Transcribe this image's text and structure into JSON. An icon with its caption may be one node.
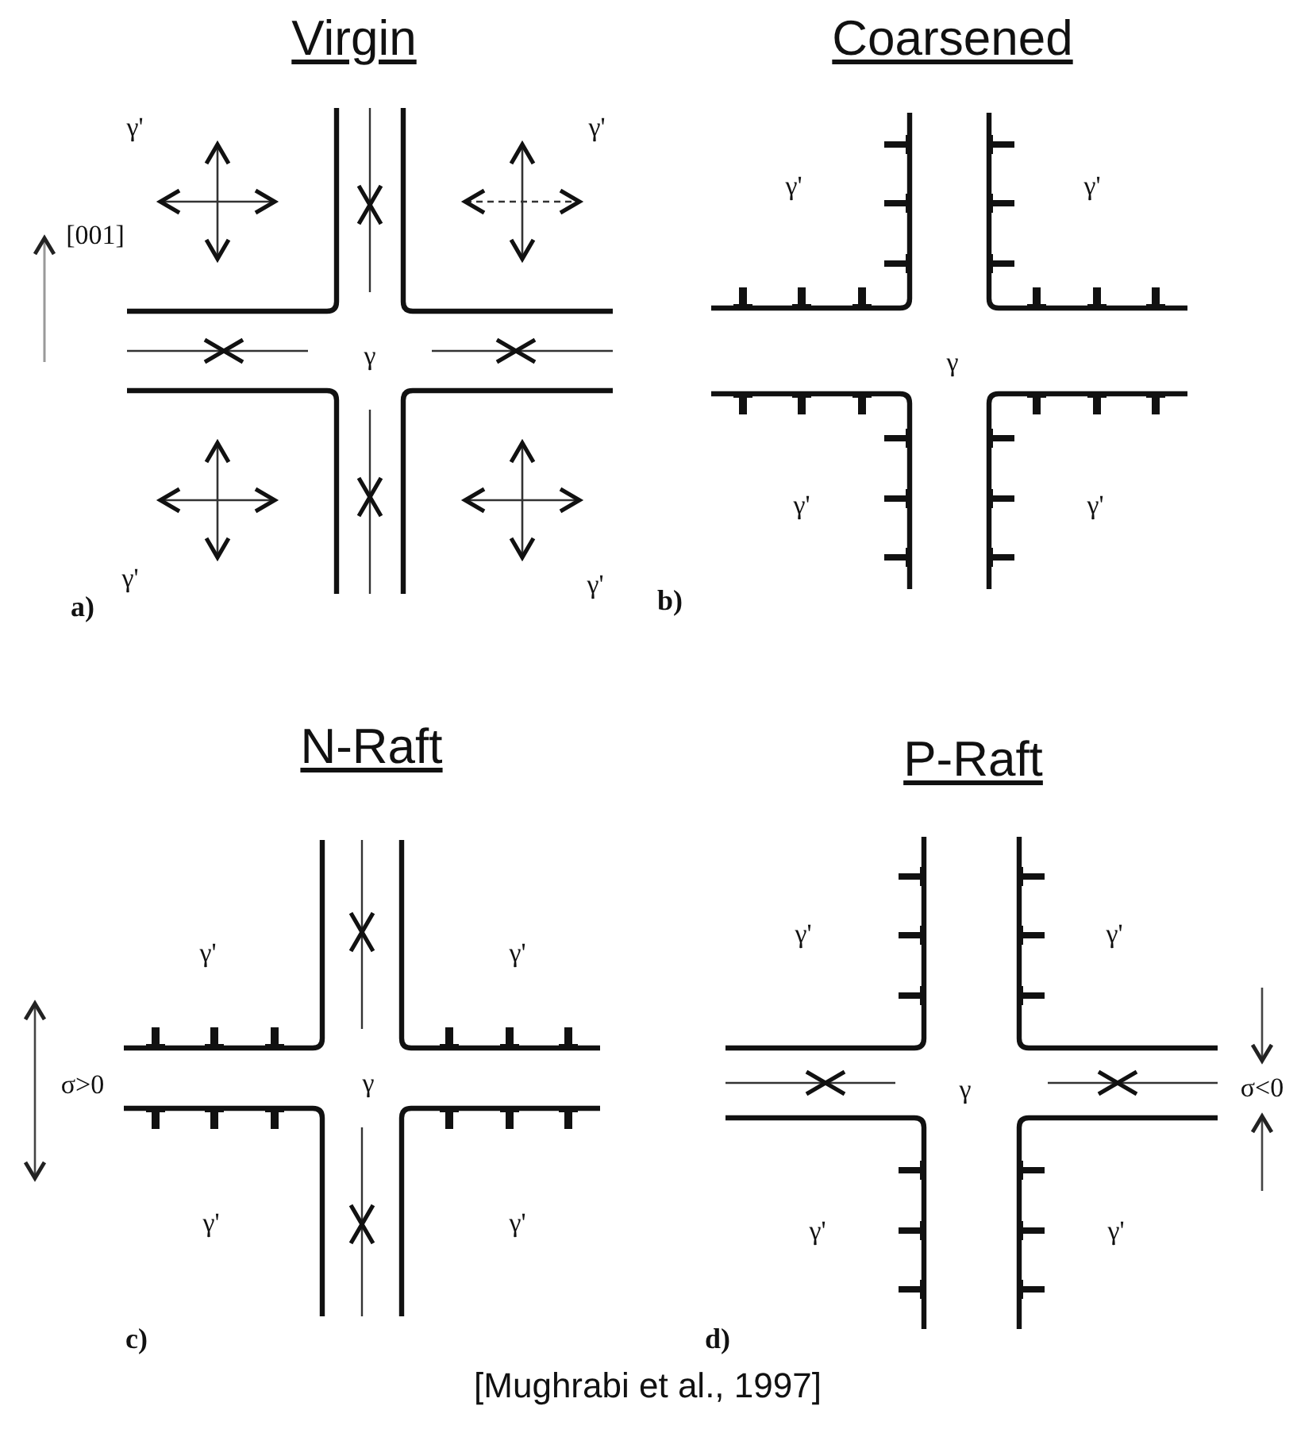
{
  "diagram": {
    "caption": "[Mughrabi et al., 1997]",
    "labels": [
      "Virgin",
      "Coarsened",
      "γ'",
      "γ'",
      "[001]",
      "γ",
      "a)",
      "γ'",
      "γ'",
      "γ'",
      "γ'",
      "γ",
      "γ'",
      "γ'",
      "b)",
      "N-Raft",
      "P-Raft",
      "γ'",
      "γ'",
      "σ>0",
      "γ",
      "γ'",
      "γ'",
      "c)",
      "γ'",
      "γ'",
      "γ",
      "σ<0",
      "γ'",
      "γ'",
      "d)"
    ]
  }
}
